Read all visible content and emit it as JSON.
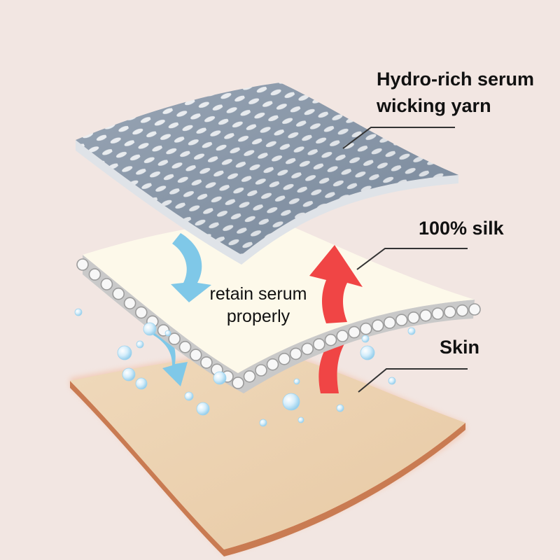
{
  "labels": {
    "yarn_line1": "Hydro-rich serum",
    "yarn_line2": "wicking yarn",
    "silk": "100% silk",
    "skin": "Skin",
    "center_line1": "retain serum",
    "center_line2": "properly"
  },
  "colors": {
    "background": "#f2e6e2",
    "mesh_light": "#eef1f4",
    "mesh_dark": "#8796a8",
    "silk_top": "#fdf9ea",
    "silk_edge": "#c9c9c9",
    "skin_top": "#ecd3b3",
    "skin_edge": "#c97b52",
    "arrow_blue": "#7fc8e8",
    "arrow_red": "#f04545",
    "bubble": "#cde9f7",
    "callout_line": "#333333"
  },
  "icons": [
    "water-bubble-icon",
    "down-arrow-icon",
    "up-arrow-icon"
  ]
}
